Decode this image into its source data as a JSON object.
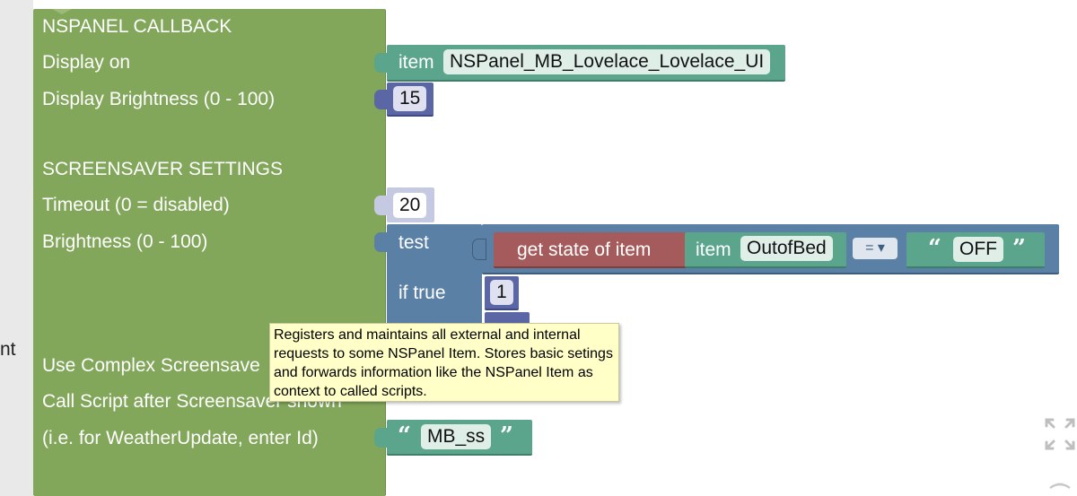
{
  "sidebar_fragment": "nt",
  "callback_block": {
    "title": "NSPANEL CALLBACK",
    "display_on": "Display on",
    "display_brightness": "Display Brightness (0 - 100)",
    "screensaver_title": "SCREENSAVER SETTINGS",
    "timeout": "Timeout (0 = disabled)",
    "brightness": "Brightness (0 - 100)",
    "complex_screensaver": "Use Complex Screensave",
    "call_script": "Call Script after Screensaver shown",
    "hint": "(i.e. for WeatherUpdate, enter Id)"
  },
  "item_block": {
    "label": "item",
    "value": "NSPanel_MB_Lovelace_Lovelace_UI"
  },
  "display_brightness_value": "15",
  "timeout_value": "20",
  "if_block": {
    "test_label": "test",
    "if_true_label": "if true",
    "if_true_value": "1",
    "get_state_label": "get state of item",
    "item_label": "item",
    "item_value": "OutofBed",
    "operator": "=",
    "string_value": "OFF"
  },
  "script_id_value": "MB_ss",
  "tooltip": "Registers and maintains all external and internal requests to some NSPanel Item. Stores basic setings and forwards information like the NSPanel Item as context to called scripts.",
  "colors": {
    "callback_block": "#82a75b",
    "item_block": "#5ba58c",
    "number_block": "#5b67a5",
    "logic_block": "#5b80a5",
    "state_block": "#a55b5b",
    "tooltip_bg": "#ffffc7"
  },
  "icons": [
    "zoom-reset-icon",
    "trash-icon"
  ]
}
